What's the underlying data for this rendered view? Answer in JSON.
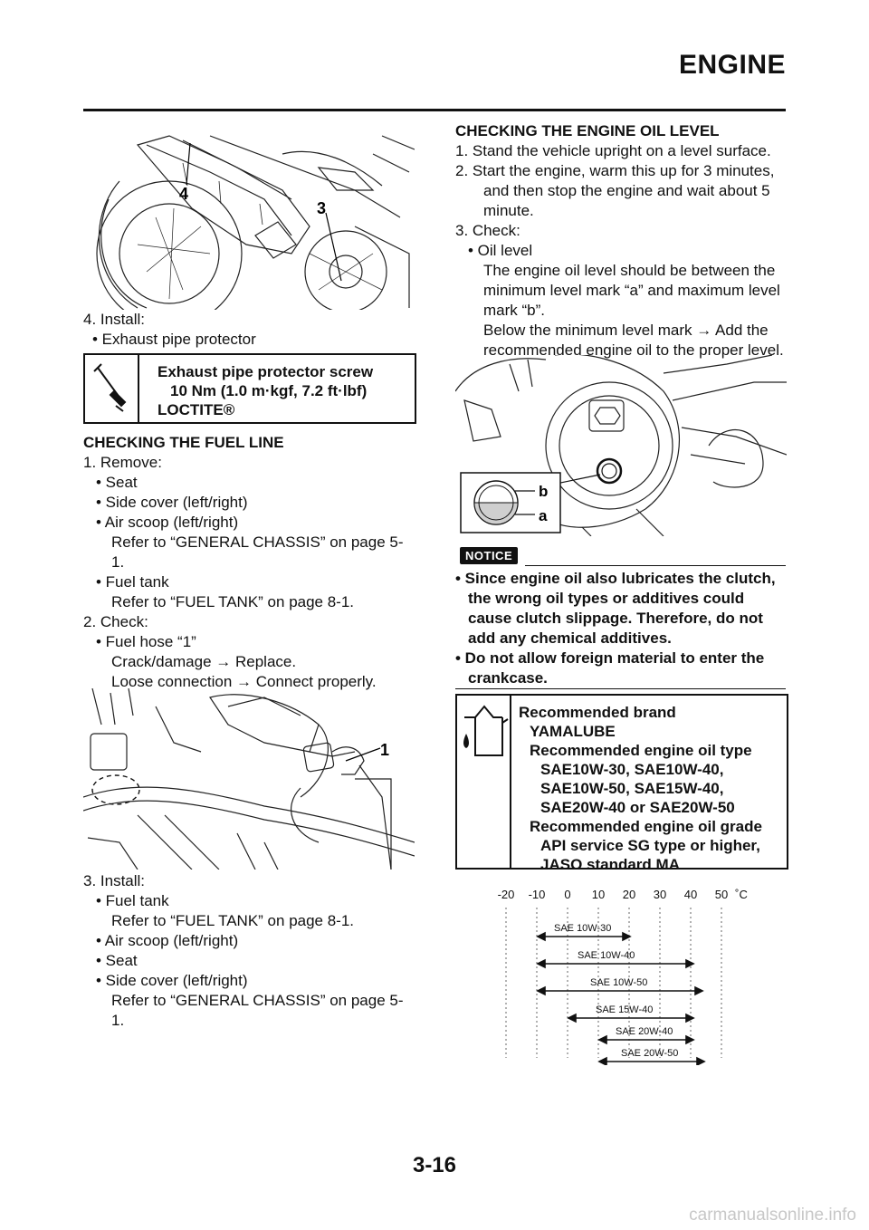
{
  "header": {
    "title": "ENGINE"
  },
  "left_column": {
    "fig1_callouts": [
      "4",
      "3"
    ],
    "install_step": "4. Install:",
    "install_items": [
      "• Exhaust pipe protector"
    ],
    "spec_box": {
      "title": "Exhaust pipe protector screw",
      "value": "10 Nm (1.0 m·kgf, 7.2 ft·lbf)",
      "note": "LOCTITE®"
    },
    "fuel_section": {
      "heading": "CHECKING THE FUEL LINE",
      "lines": [
        "1. Remove:",
        "• Seat",
        "• Side cover (left/right)",
        "• Air scoop (left/right)",
        "Refer to “GENERAL CHASSIS” on page 5-",
        "1.",
        "• Fuel tank",
        "Refer to “FUEL TANK” on page 8-1.",
        "2. Check:",
        "• Fuel hose “1”",
        "Crack/damage → Replace.",
        "Loose connection → Connect properly."
      ]
    },
    "fig2_callout": "1",
    "install3": {
      "lines": [
        "3. Install:",
        "• Fuel tank",
        "Refer to “FUEL TANK” on page 8-1.",
        "• Air scoop (left/right)",
        "• Seat",
        "• Side cover (left/right)",
        "Refer to “GENERAL CHASSIS” on page 5-",
        "1."
      ]
    }
  },
  "right_column": {
    "oil_section": {
      "heading": "CHECKING THE ENGINE OIL LEVEL",
      "lines": [
        "1. Stand the vehicle upright on a level surface.",
        "2. Start the engine, warm this up for 3 minutes,",
        "and then stop the engine and wait about 5",
        "minute.",
        "3. Check:",
        "• Oil level",
        "The engine oil level should be between the",
        "minimum level mark “a” and maximum level",
        "mark “b”.",
        "Below the minimum level mark → Add the",
        "recommended engine oil to the proper level."
      ]
    },
    "fig3_callouts": [
      "b",
      "a"
    ],
    "notice": {
      "label": "NOTICE",
      "items": [
        "• Since engine oil also lubricates the clutch,",
        "the wrong oil types or additives could",
        "cause clutch slippage. Therefore, do not",
        "add any chemical additives.",
        "• Do not allow foreign material to enter the",
        "crankcase."
      ]
    },
    "oil_box": {
      "lines": [
        "Recommended brand",
        "YAMALUBE",
        "Recommended engine oil type",
        "SAE10W-30, SAE10W-40,",
        "SAE10W-50, SAE15W-40,",
        "SAE20W-40 or SAE20W-50",
        "Recommended engine oil grade",
        "API service SG type or higher,",
        "JASO standard MA"
      ]
    },
    "temp_chart": {
      "temps": [
        "-20",
        "-10",
        "0",
        "10",
        "20",
        "30",
        "40",
        "50"
      ],
      "unit": "˚C",
      "grades": [
        "SAE 10W-30",
        "SAE 10W-40",
        "SAE 10W-50",
        "SAE 15W-40",
        "SAE 20W-40",
        "SAE 20W-50"
      ]
    }
  },
  "footer": {
    "page_number": "3-16",
    "watermark": "carmanualsonline.info"
  }
}
